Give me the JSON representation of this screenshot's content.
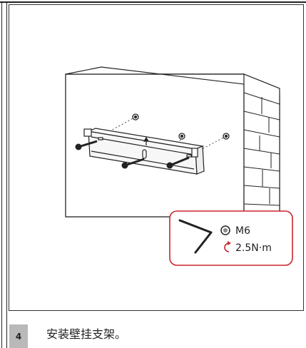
{
  "step": {
    "number": "4",
    "caption": "安装壁挂支架。"
  },
  "spec_callout": {
    "screw_size": "M6",
    "torque": "2.5N·m",
    "accent_color": "#c8252c"
  },
  "icons": [
    "hex-key-icon",
    "screw-head-icon",
    "torque-rotate-icon"
  ]
}
